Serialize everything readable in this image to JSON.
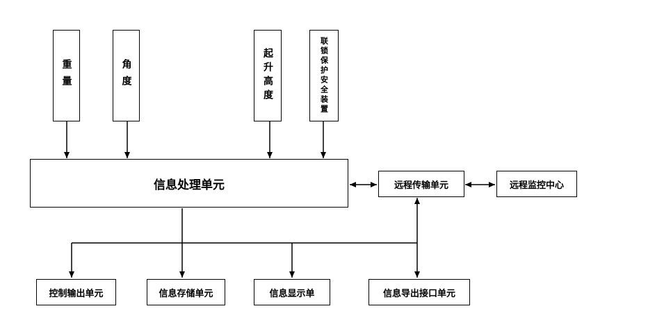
{
  "diagram": {
    "inputs": {
      "weight": "重量",
      "angle": "角度",
      "lift_height": "起升高度",
      "interlock": "联锁保护安全装置"
    },
    "processing_unit": "信息处理单元",
    "remote_transmission": "远程传输单元",
    "remote_monitoring": "远程监控中心",
    "outputs": {
      "control_output": "控制输出单元",
      "storage": "信息存储单元",
      "display": "信息显示单",
      "export_interface": "信息导出接口单元"
    }
  }
}
